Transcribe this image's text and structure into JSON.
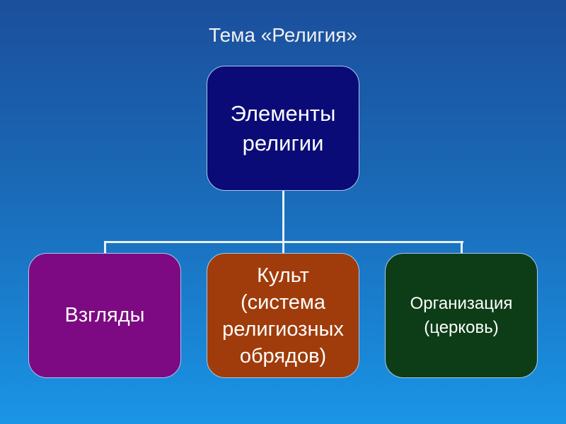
{
  "title": "Тема «Религия»",
  "root": {
    "label": "Элементы религии",
    "color": "#0b0b78"
  },
  "children": [
    {
      "label": "Взгляды",
      "color": "#7d0a82"
    },
    {
      "label": "Культ (система религиозных обрядов)",
      "color": "#a03c0b"
    },
    {
      "label": "Организация (церковь)",
      "color": "#0d3d17"
    }
  ]
}
